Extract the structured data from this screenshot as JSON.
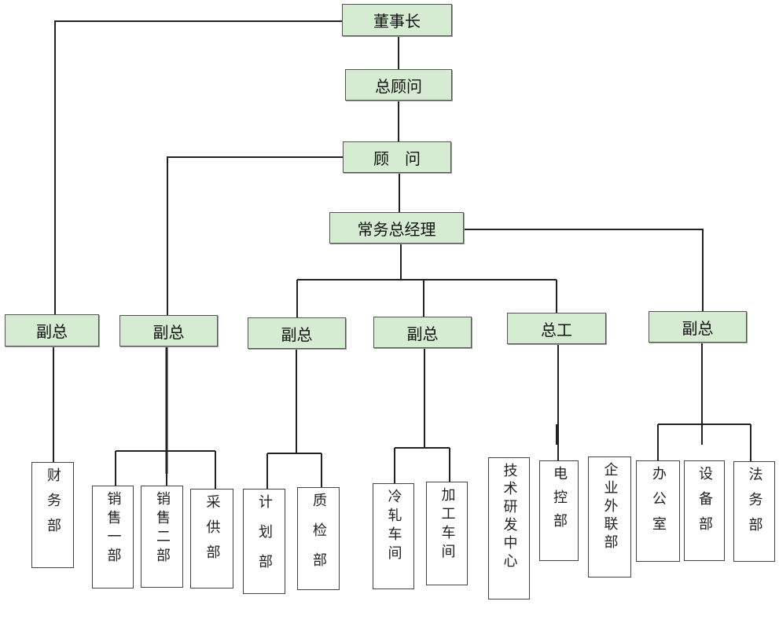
{
  "chairman": "董事长",
  "chief_advisor": "总顾问",
  "advisor": "顾　问",
  "executive_gm": "常务总经理",
  "vp_finance": "副总",
  "vp_sales": "副总",
  "vp_production": "副总",
  "vp_workshop": "副总",
  "chief_engineer": "总工",
  "vp_admin": "副总",
  "dept_finance": "财务部",
  "dept_sales_1": "销售一部",
  "dept_sales_2": "销售二部",
  "dept_purchasing": "采供部",
  "dept_planning": "计划部",
  "dept_quality": "质检部",
  "dept_cold_rolling": "冷轧车间",
  "dept_processing": "加工车间",
  "dept_rnd": "技术研发中心",
  "dept_electrical": "电控部",
  "dept_external": "企业外联部",
  "dept_office": "办公室",
  "dept_equipment": "设备部",
  "dept_legal": "法务部",
  "colors": {
    "node_fill": "#d5ebd2",
    "line": "#222222"
  }
}
